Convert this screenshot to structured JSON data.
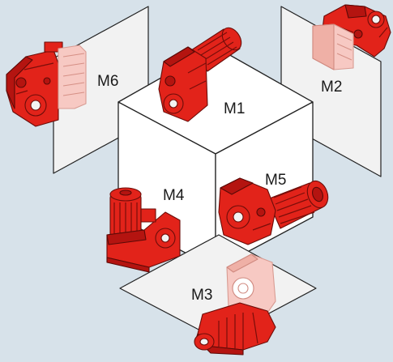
{
  "positions": [
    {
      "id": "M1",
      "label": "M1"
    },
    {
      "id": "M2",
      "label": "M2"
    },
    {
      "id": "M3",
      "label": "M3"
    },
    {
      "id": "M4",
      "label": "M4"
    },
    {
      "id": "M5",
      "label": "M5"
    },
    {
      "id": "M6",
      "label": "M6"
    }
  ],
  "colors": {
    "background": "#d7e2ea",
    "motor": "#e2231a",
    "motor_dark": "#b41410",
    "motor_ghost": "#f7c9c3",
    "face": "#ffffff",
    "plane": "#f2f2f2"
  },
  "icons": [
    "gear-motor-icon"
  ]
}
